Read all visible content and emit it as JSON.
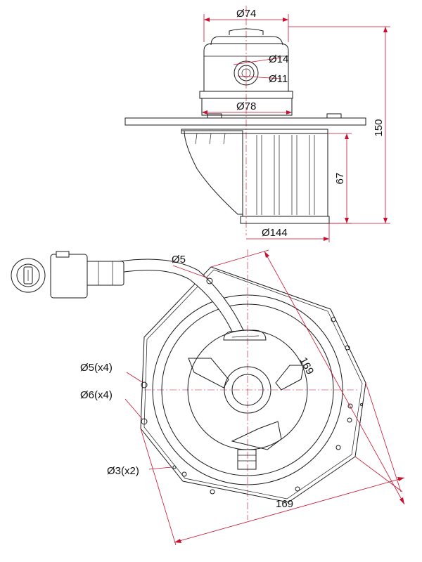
{
  "colors": {
    "outline": "#1a1a1a",
    "dimension": "#c8102e",
    "background": "#ffffff"
  },
  "side_view": {
    "top_diameter": "Ø74",
    "shaft_outer_diameter": "Ø14",
    "shaft_inner_diameter": "Ø11",
    "body_diameter": "Ø78",
    "total_height": "150",
    "fan_height": "67",
    "fan_diameter": "Ø144"
  },
  "top_view": {
    "wire_hole": "Ø5",
    "mount_holes_small": "Ø5(x4)",
    "mount_holes_large": "Ø6(x4)",
    "pin_holes": "Ø3(x2)",
    "diagonal_size": "169",
    "width_size": "169"
  }
}
